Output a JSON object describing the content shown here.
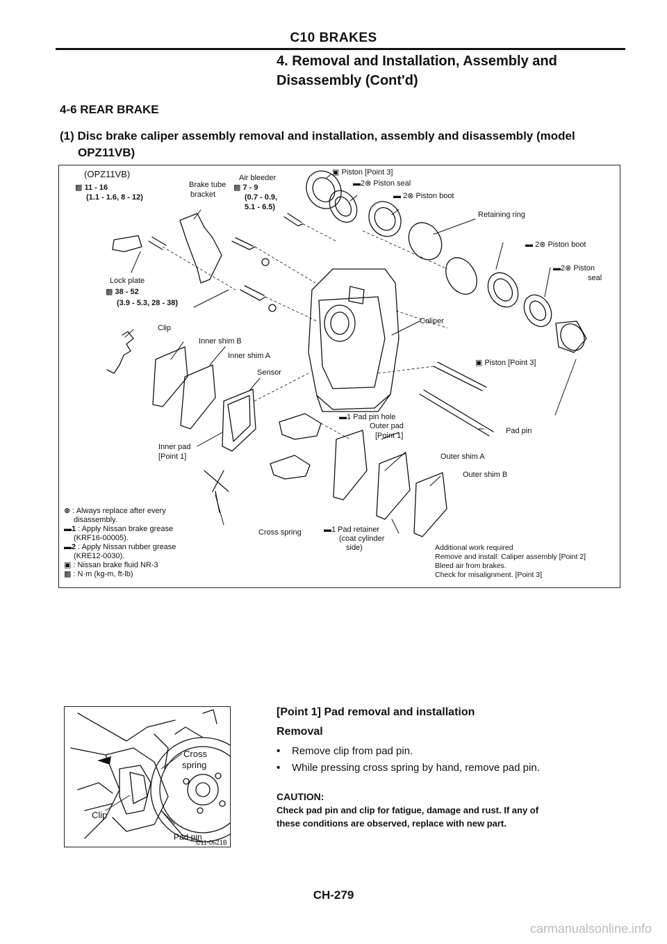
{
  "header": {
    "title": "C10 BRAKES",
    "section_line1": "4. Removal and Installation, Assembly and",
    "section_line2": "Disassembly (Cont'd)"
  },
  "subsection": "4-6 REAR BRAKE",
  "procedure_line1": "(1) Disc brake caliper assembly removal and installation, assembly and disassembly (model",
  "procedure_line2": "OPZ11VB)",
  "diagram": {
    "labels": {
      "model": "(OPZ11VB)",
      "torque1_nm": "11 - 16",
      "torque1_conv": "(1.1 - 1.6, 8 - 12)",
      "brake_tube_bracket_1": "Brake tube",
      "brake_tube_bracket_2": "bracket",
      "air_bleeder": "Air bleeder",
      "air_bleeder_nm": "7 - 9",
      "air_bleeder_conv_1": "(0.7 - 0.9,",
      "air_bleeder_conv_2": "5.1 - 6.5)",
      "piston_top": "Piston [Point 3]",
      "piston_seal_top": "2⊗ Piston seal",
      "piston_boot_top": "2⊗ Piston boot",
      "retaining_ring": "Retaining ring",
      "piston_boot_right": "2⊗ Piston boot",
      "piston_seal_right_1": "2⊗ Piston",
      "piston_seal_right_2": "seal",
      "lock_plate": "Lock plate",
      "torque2_nm": "38 - 52",
      "torque2_conv": "(3.9 - 5.3, 28 - 38)",
      "clip": "Clip",
      "inner_shim_b": "Inner shim B",
      "inner_shim_a": "Inner shim A",
      "sensor": "Sensor",
      "caliper": "Caliper",
      "piston_right": "Piston [Point 3]",
      "pad_pin_hole": "1 Pad pin hole",
      "outer_pad_1": "Outer pad",
      "outer_pad_2": "[Point 1]",
      "pad_pin": "Pad pin",
      "inner_pad_1": "Inner pad",
      "inner_pad_2": "[Point 1]",
      "outer_shim_a": "Outer shim A",
      "outer_shim_b": "Outer shim B",
      "cross_spring": "Cross spring",
      "pad_retainer_1": "1 Pad retainer",
      "pad_retainer_2": "(coat cylinder",
      "pad_retainer_3": "side)"
    },
    "legend": [
      {
        "glyph": "⊗",
        "text": ": Always replace after every"
      },
      {
        "glyph": "",
        "text": "disassembly."
      },
      {
        "glyph": "▬1",
        "text": ": Apply Nissan brake grease"
      },
      {
        "glyph": "",
        "text": "(KRF16-00005)."
      },
      {
        "glyph": "▬2",
        "text": ": Apply Nissan rubber grease"
      },
      {
        "glyph": "",
        "text": "(KRE12-0030)."
      },
      {
        "glyph": "▣",
        "text": ": Nissan brake fluid NR-3"
      },
      {
        "glyph": "▩",
        "text": ": N·m (kg-m, ft-lb)"
      }
    ],
    "additional_work": [
      "Additional work required",
      "Remove and install: Caliper assembly [Point 2]",
      "Bleed air from brakes.",
      "Check for misalignment. [Point 3]"
    ]
  },
  "photo": {
    "label_cross": "Cross",
    "label_spring": "spring",
    "label_clip": "Clip",
    "label_pad_pin": "Pad pin",
    "code": "C11-0621B"
  },
  "point1": {
    "title": "[Point 1] Pad removal and installation",
    "removal_title": "Removal",
    "bullets": [
      "Remove clip from pad pin.",
      "While pressing cross spring by hand, remove pad pin."
    ],
    "caution_title": "CAUTION:",
    "caution_line1": "Check pad pin and clip for fatigue, damage and rust. If any of",
    "caution_line2": "these conditions are observed, replace with new part."
  },
  "footer": {
    "page": "CH-279",
    "watermark": "carmanualsonline.info"
  }
}
